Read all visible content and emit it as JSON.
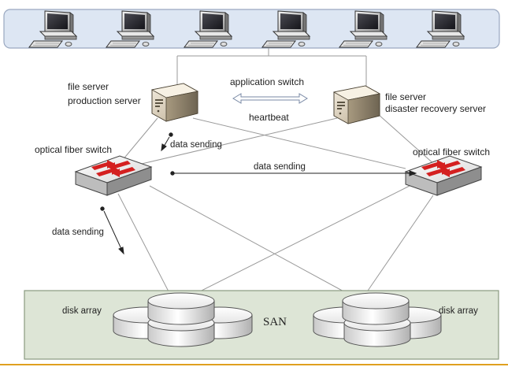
{
  "labels": {
    "production_server": [
      "file server",
      "production server"
    ],
    "dr_server": [
      "file server",
      "disaster recovery server"
    ],
    "application_switch": "application switch",
    "heartbeat": "heartbeat",
    "left_switch": "optical fiber switch",
    "right_switch": "optical fiber switch",
    "data_sending_top": "data sending",
    "data_sending_middle": "data sending",
    "data_sending_left": "data sending",
    "disk_array_left": "disk array",
    "disk_array_right": "disk array",
    "san": "SAN"
  },
  "colors": {
    "client_band_fill": "#dde6f3",
    "client_band_border": "#9aa8c0",
    "san_band_fill": "#dde5d6",
    "san_band_border": "#8a9a80",
    "link_line": "#9a9a9a",
    "switch_arrow": "#d42020",
    "bottom_rule": "#e0a020"
  },
  "icons": {
    "client": "desktop-computer-icon",
    "server": "tower-server-icon",
    "switch": "fiber-switch-icon",
    "disk": "disk-cylinder-icon"
  },
  "client_count": 6
}
